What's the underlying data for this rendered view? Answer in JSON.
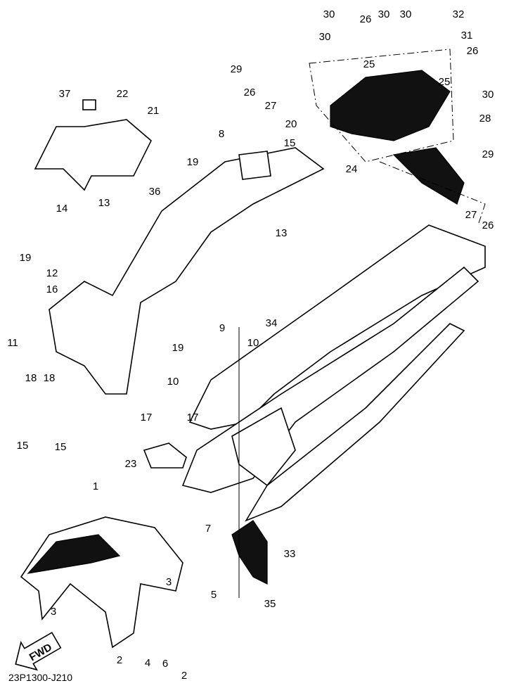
{
  "diagram_code": "23P1300-J210",
  "fwd_label": "FWD",
  "callouts": [
    "30",
    "26",
    "30",
    "30",
    "32",
    "31",
    "30",
    "26",
    "29",
    "25",
    "25",
    "26",
    "27",
    "30",
    "28",
    "37",
    "22",
    "21",
    "20",
    "8",
    "15",
    "19",
    "29",
    "24",
    "36",
    "14",
    "13",
    "27",
    "26",
    "13",
    "19",
    "12",
    "16",
    "34",
    "9",
    "10",
    "19",
    "11",
    "10",
    "18",
    "18",
    "17",
    "17",
    "15",
    "15",
    "23",
    "1",
    "7",
    "33",
    "3",
    "5",
    "3",
    "35",
    "2",
    "4",
    "6",
    "2"
  ]
}
